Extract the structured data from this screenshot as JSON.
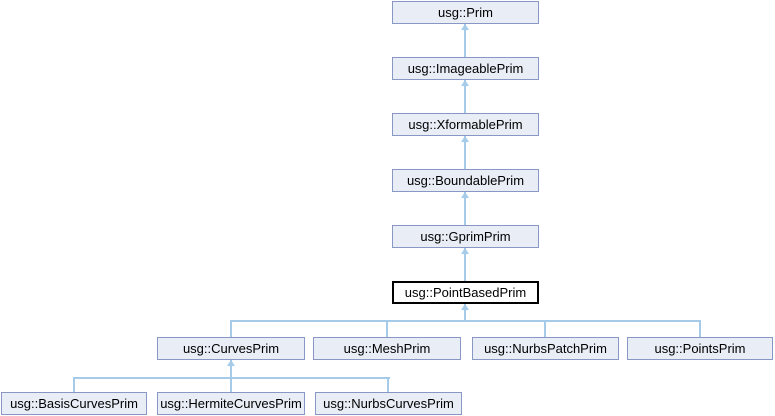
{
  "diagram": {
    "kind": "class-inheritance-diagram",
    "current_class": "usg::PointBasedPrim",
    "colors": {
      "box_fill": "#e8edf6",
      "box_border": "#8897c4",
      "current_box_fill": "#ffffff",
      "current_box_border": "#000000",
      "edge_color": "#a6cbe8",
      "text_color": "#000000",
      "background": "#ffffff"
    },
    "nodes": [
      {
        "label": "usg::Prim"
      },
      {
        "label": "usg::ImageablePrim"
      },
      {
        "label": "usg::XformablePrim"
      },
      {
        "label": "usg::BoundablePrim"
      },
      {
        "label": "usg::GprimPrim"
      },
      {
        "label": "usg::PointBasedPrim",
        "current": true
      },
      {
        "label": "usg::CurvesPrim"
      },
      {
        "label": "usg::MeshPrim"
      },
      {
        "label": "usg::NurbsPatchPrim"
      },
      {
        "label": "usg::PointsPrim"
      },
      {
        "label": "usg::BasisCurvesPrim"
      },
      {
        "label": "usg::HermiteCurvesPrim"
      },
      {
        "label": "usg::NurbsCurvesPrim"
      }
    ],
    "edges": [
      {
        "child": "usg::ImageablePrim",
        "parent": "usg::Prim"
      },
      {
        "child": "usg::XformablePrim",
        "parent": "usg::ImageablePrim"
      },
      {
        "child": "usg::BoundablePrim",
        "parent": "usg::XformablePrim"
      },
      {
        "child": "usg::GprimPrim",
        "parent": "usg::BoundablePrim"
      },
      {
        "child": "usg::PointBasedPrim",
        "parent": "usg::GprimPrim"
      },
      {
        "child": "usg::CurvesPrim",
        "parent": "usg::PointBasedPrim"
      },
      {
        "child": "usg::MeshPrim",
        "parent": "usg::PointBasedPrim"
      },
      {
        "child": "usg::NurbsPatchPrim",
        "parent": "usg::PointBasedPrim"
      },
      {
        "child": "usg::PointsPrim",
        "parent": "usg::PointBasedPrim"
      },
      {
        "child": "usg::BasisCurvesPrim",
        "parent": "usg::CurvesPrim"
      },
      {
        "child": "usg::HermiteCurvesPrim",
        "parent": "usg::CurvesPrim"
      },
      {
        "child": "usg::NurbsCurvesPrim",
        "parent": "usg::CurvesPrim"
      }
    ]
  }
}
